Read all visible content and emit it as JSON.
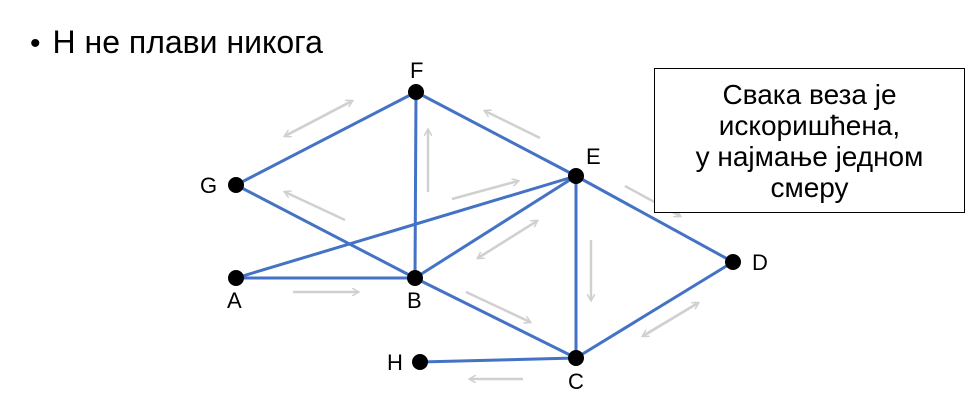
{
  "heading": {
    "bullet": "•",
    "text": "H не плави никога"
  },
  "note": {
    "lines": [
      "Свака веза је",
      "искоришћена,",
      "у најмање једном",
      "смеру"
    ]
  },
  "graph": {
    "nodes": [
      {
        "id": "F",
        "label": "F"
      },
      {
        "id": "G",
        "label": "G"
      },
      {
        "id": "E",
        "label": "E"
      },
      {
        "id": "A",
        "label": "A"
      },
      {
        "id": "B",
        "label": "B"
      },
      {
        "id": "D",
        "label": "D"
      },
      {
        "id": "H",
        "label": "H"
      },
      {
        "id": "C",
        "label": "C"
      }
    ],
    "edges": [
      [
        "G",
        "F"
      ],
      [
        "F",
        "B"
      ],
      [
        "F",
        "E"
      ],
      [
        "G",
        "B"
      ],
      [
        "A",
        "B"
      ],
      [
        "A",
        "E"
      ],
      [
        "B",
        "E"
      ],
      [
        "E",
        "C"
      ],
      [
        "E",
        "D"
      ],
      [
        "B",
        "C"
      ],
      [
        "C",
        "D"
      ],
      [
        "H",
        "C"
      ]
    ],
    "colors": {
      "edge": "#4472c4",
      "node": "#000000",
      "arrow": "#d0d0d0"
    }
  }
}
